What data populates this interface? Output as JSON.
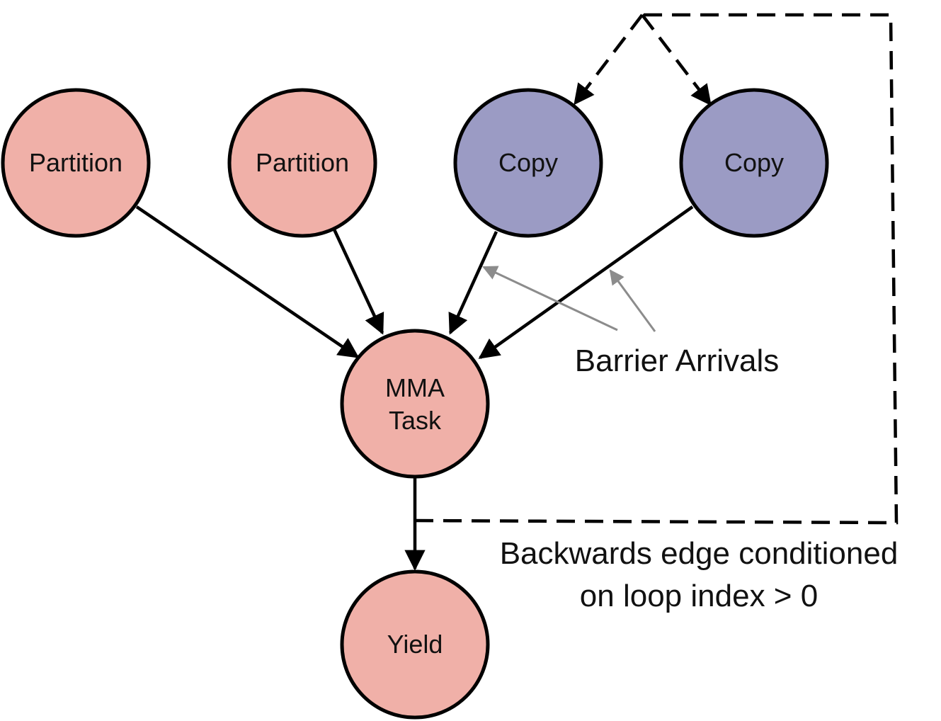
{
  "colors": {
    "task_fill": "#f0b0a8",
    "copy_fill": "#9b9bc4",
    "stroke": "#000000",
    "annotation_arrow": "#8c8c8c"
  },
  "nodes": {
    "partition_1": {
      "label": "Partition"
    },
    "partition_2": {
      "label": "Partition"
    },
    "copy_1": {
      "label": "Copy"
    },
    "copy_2": {
      "label": "Copy"
    },
    "mma_task": {
      "label_line1": "MMA",
      "label_line2": "Task"
    },
    "yield": {
      "label": "Yield"
    }
  },
  "annotations": {
    "barrier_arrivals": "Barrier Arrivals",
    "backwards_edge_line1": "Backwards edge conditioned",
    "backwards_edge_line2": "on loop index > 0"
  }
}
